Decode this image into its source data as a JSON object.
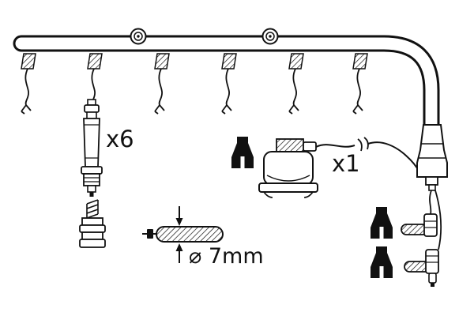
{
  "diagram": {
    "title": "Ignition cable kit parts diagram",
    "background_color": "#ffffff",
    "line_color": "#111111",
    "labels": {
      "spark_plug_connector_qty": "x6",
      "coil_connector_qty": "x1",
      "cable_diameter": "⌀ 7mm"
    },
    "components": [
      "cable-rail-harness",
      "rail-grommets",
      "plug-lead-terminals",
      "spark-plug-connector",
      "ribbed-boot",
      "cable-cross-section",
      "rubber-boot-cap",
      "distributor-connector",
      "coil-boot",
      "angled-connectors"
    ]
  }
}
